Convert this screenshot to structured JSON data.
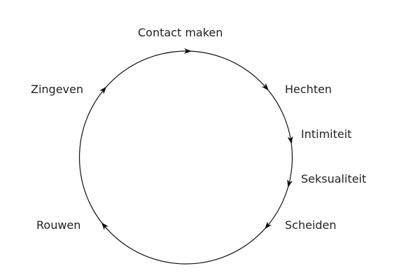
{
  "diagram": {
    "type": "cycle",
    "direction": "clockwise",
    "stages": [
      {
        "id": "contact",
        "label": "Contact maken"
      },
      {
        "id": "hechten",
        "label": "Hechten"
      },
      {
        "id": "intimiteit",
        "label": "Intimiteit"
      },
      {
        "id": "seksualiteit",
        "label": "Seksualiteit"
      },
      {
        "id": "scheiden",
        "label": "Scheiden"
      },
      {
        "id": "rouwen",
        "label": "Rouwen"
      },
      {
        "id": "zingeven",
        "label": "Zingeven"
      }
    ],
    "line_color": "#111111",
    "text_color": "#222222"
  }
}
